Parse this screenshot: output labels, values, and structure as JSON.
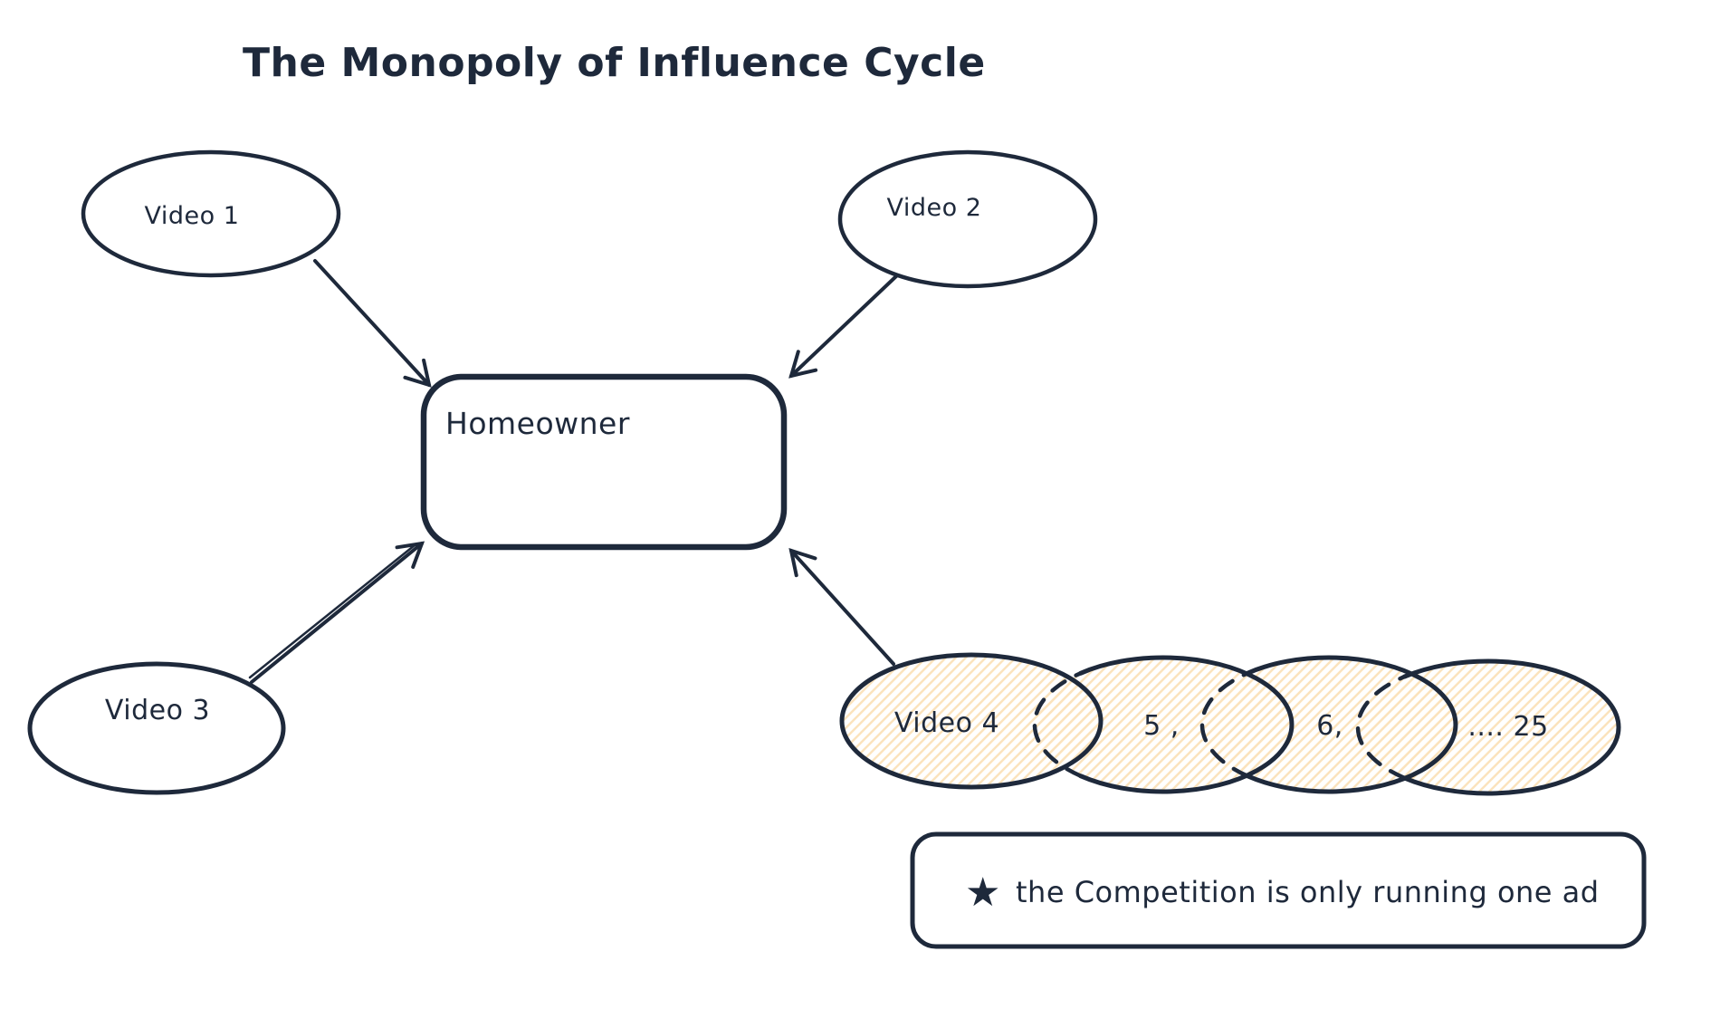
{
  "title": "The Monopoly of Influence Cycle",
  "colors": {
    "ink": "#1e293b",
    "background": "#ffffff",
    "hatch_blue": "#cfe0f4",
    "hatch_green": "#cdeedd",
    "hatch_slate": "#dce4ee",
    "hatch_lavender": "#e0dcf5",
    "hatch_peach": "#fbe3bd",
    "hatch_yellow": "#f8df82"
  },
  "nodes": {
    "homeowner": {
      "label": "Homeowner"
    },
    "video1": {
      "label": "Video 1"
    },
    "video2": {
      "label": "Video 2"
    },
    "video3": {
      "label": "Video 3"
    },
    "video4": {
      "label": "Video 4"
    },
    "video5": {
      "label": "5 ,"
    },
    "video6": {
      "label": "6,"
    },
    "video25": {
      "label": ".... 25"
    }
  },
  "note": {
    "icon": "star",
    "icon_glyph": "★",
    "text": "the Competition is only running one ad"
  }
}
